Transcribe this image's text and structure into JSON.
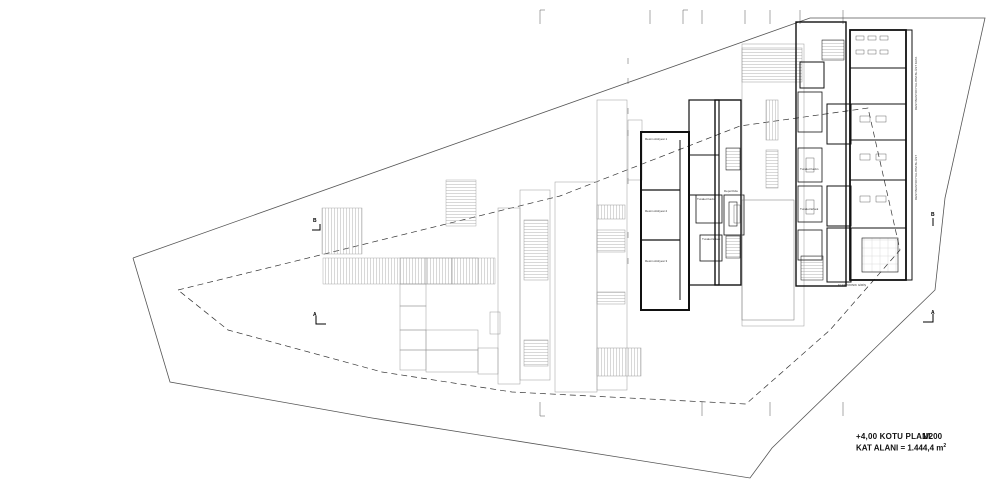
{
  "drawing": {
    "plan_title": "+4,00 KOTU PLANI",
    "scale": "1/200",
    "area_label": "KAT ALANI = 1.444,4 m",
    "area_unit_power": "2"
  },
  "section_markers": {
    "a_left": "A",
    "a_right": "A",
    "b_left": "B",
    "b_right": "B"
  },
  "vertical_side_labels": {
    "right_upper": "DESTINASYON YALITIM BL.ÜST KATA",
    "right_middle": "DESTINASYON YALITIM BL.ÜST",
    "bottom_wing": "ELEKTRONIK GİRİŞ"
  },
  "room_labels": {
    "classroom_1": "Resim Atölyesi 1",
    "classroom_2": "Resim Atölyesi 2",
    "classroom_3": "Resim Atölyesi 3",
    "toilet_1": "Tuvalet Kadın",
    "toilet_2": "Tuvalet Erkek",
    "toilet_3": "Tuvalet Kadın",
    "toilet_4": "Tuvalet Erkek",
    "storage": "Depo/Oda"
  },
  "colors": {
    "ink": "#111111",
    "thin_line": "#8a8a8a",
    "faint_line": "#b5b5b5",
    "wall": "#1a1a1a",
    "hatch": "#9a9a9a"
  }
}
